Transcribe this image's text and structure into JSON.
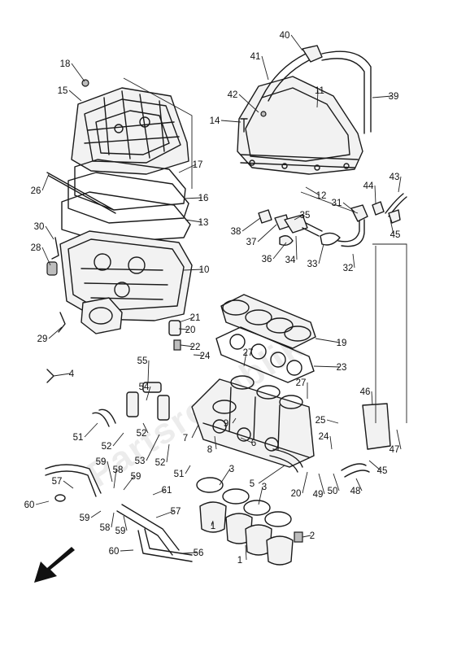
{
  "diagram": {
    "watermark": "Partsrepublik",
    "callouts": [
      "1",
      "1",
      "2",
      "3",
      "3",
      "4",
      "5",
      "6",
      "7",
      "8",
      "9",
      "10",
      "11",
      "12",
      "13",
      "14",
      "15",
      "16",
      "17",
      "18",
      "19",
      "20",
      "20",
      "21",
      "22",
      "23",
      "24",
      "24",
      "25",
      "26",
      "27",
      "27",
      "28",
      "29",
      "30",
      "31",
      "32",
      "33",
      "34",
      "35",
      "36",
      "37",
      "38",
      "39",
      "40",
      "41",
      "42",
      "43",
      "44",
      "45",
      "45",
      "46",
      "47",
      "48",
      "49",
      "50",
      "51",
      "51",
      "52",
      "52",
      "52",
      "53",
      "54",
      "55",
      "56",
      "57",
      "57",
      "58",
      "58",
      "59",
      "59",
      "59",
      "59",
      "60",
      "60",
      "61"
    ]
  }
}
